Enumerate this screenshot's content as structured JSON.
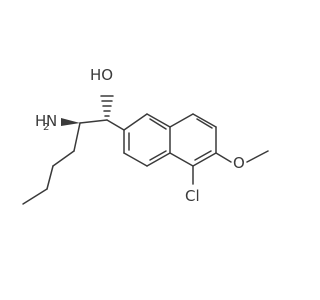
{
  "molecule": {
    "atom_labels": {
      "hydroxyl": "HO",
      "amine_h": "H",
      "amine_n": "N",
      "amine_sub": "2",
      "chlorine": "Cl",
      "ether_oxygen": "O"
    }
  }
}
